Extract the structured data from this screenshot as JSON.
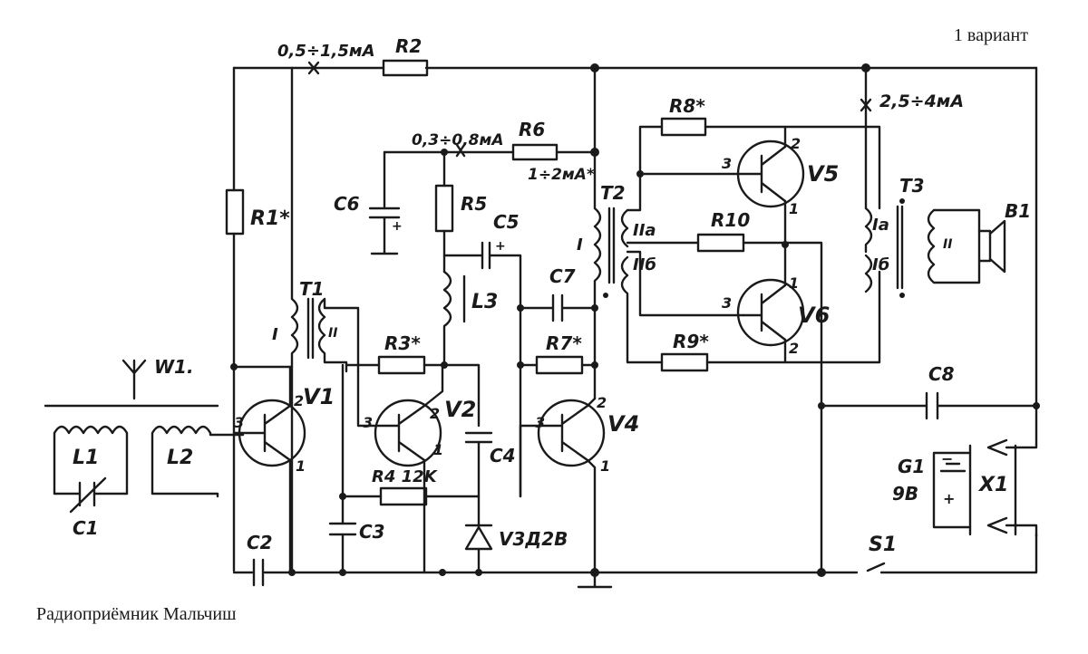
{
  "header": {
    "variant": "1 вариант"
  },
  "caption": {
    "title": "Радиоприёмник  Мальчиш"
  },
  "antenna": {
    "label": "W1."
  },
  "currents": {
    "r2": "0,5÷1,5мА",
    "r6": "0,3÷0,8мА",
    "t2": "1÷2мА*",
    "out": "2,5÷4мА"
  },
  "resistors": {
    "r1": "R1*",
    "r2": "R2",
    "r3": "R3*",
    "r4": "R4 12K",
    "r5": "R5",
    "r6": "R6",
    "r7": "R7*",
    "r8": "R8*",
    "r9": "R9*",
    "r10": "R10"
  },
  "capacitors": {
    "c1": "C1",
    "c2": "C2",
    "c3": "C3",
    "c4": "C4",
    "c5": "C5",
    "c6": "C6",
    "c7": "C7",
    "c8": "C8"
  },
  "coils": {
    "l1": "L1",
    "l2": "L2",
    "l3": "L3"
  },
  "transformers": {
    "t1": "T1",
    "t2": "T2",
    "t3": "T3",
    "w1": "I",
    "w2": "II",
    "w2a": "IIа",
    "w2b": "IIб",
    "w1a": "Iа",
    "w1b": "Iб",
    "plus": "+"
  },
  "transistors": {
    "v1": "V1",
    "v2": "V2",
    "v4": "V4",
    "v5": "V5",
    "v6": "V6"
  },
  "diode": {
    "label": "V3Д2В"
  },
  "battery": {
    "name": "G1",
    "voltage": "9В",
    "minus": "−",
    "plus": "+"
  },
  "connector": {
    "label": "X1"
  },
  "switch": {
    "label": "S1"
  },
  "speaker": {
    "label": "B1"
  },
  "pins": {
    "b": "3",
    "c": "2",
    "e": "1"
  }
}
